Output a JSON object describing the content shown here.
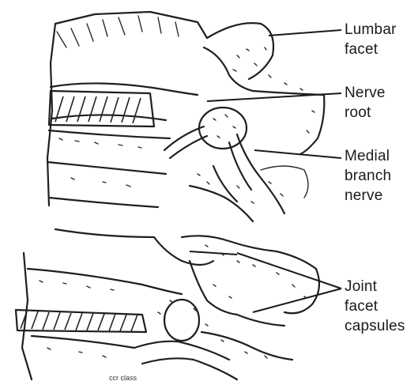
{
  "labels": {
    "lumbar_facet_line1": "Lumbar",
    "lumbar_facet_line2": "facet",
    "nerve_root_line1": "Nerve",
    "nerve_root_line2": "root",
    "medial_branch_line1": "Medial",
    "medial_branch_line2": "branch",
    "medial_branch_line3": "nerve",
    "joint_capsules_line1": "Joint",
    "joint_capsules_line2": "facet",
    "joint_capsules_line3": "capsules"
  },
  "credit": "ccr class"
}
